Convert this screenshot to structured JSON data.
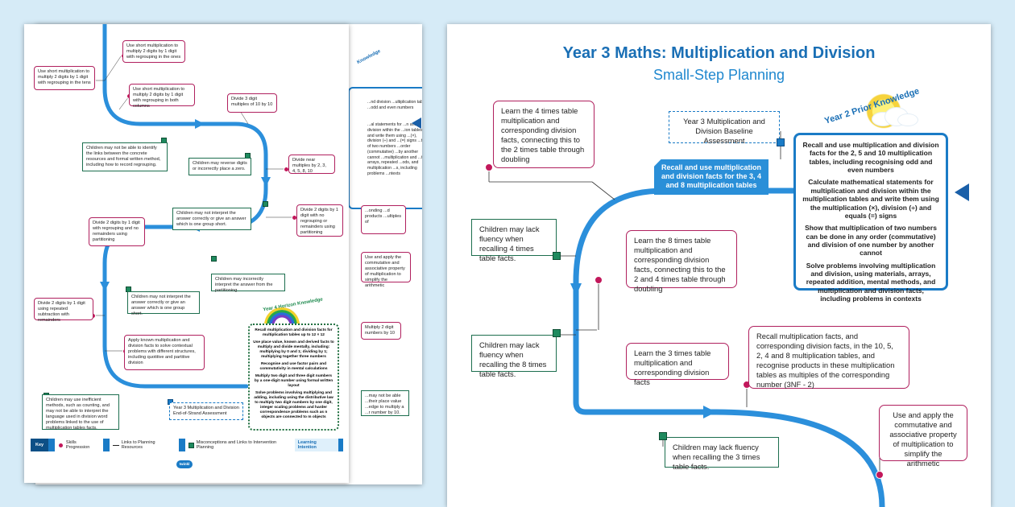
{
  "doc": {
    "title": "Year 3 Maths: Multiplication and Division",
    "subtitle": "Small-Step Planning",
    "prior_heading": "Year 2 Prior Knowledge",
    "banner": "Recall and use multiplication and division facts for the 3, 4 and 8 multiplication tables",
    "baseline": "Year 3 Multiplication and Division Baseline Assessment",
    "prior_items": [
      "Recall and use multiplication and division facts for the 2, 5 and 10 multiplication tables, including recognising odd and even numbers",
      "Calculate mathematical statements for multiplication and division within the multiplication tables and write them using the multiplication (×), division (÷) and equals (=) signs",
      "Show that multiplication of two numbers can be done in any order (commutative) and division of one number by another cannot",
      "Solve problems involving multiplication and division, using materials, arrays, repeated addition, mental methods, and multiplication and division facts, including problems in contexts"
    ],
    "skills": [
      "Learn the 4 times table multiplication and corresponding division facts, connecting this to the 2 times table through doubling",
      "Learn the 8 times table multiplication and corresponding division facts, connecting this to the 2 and 4 times table through doubling",
      "Learn the 3 times table multiplication and corresponding division facts",
      "Recall multiplication facts, and corresponding division facts, in the 10, 5, 2, 4 and 8 multiplication tables, and recognise products in these multiplication tables as multiples of the corresponding number (3NF - 2)",
      "Use and apply the commutative and associative property of multiplication to simplify the arithmetic"
    ],
    "misconceptions": [
      "Children may lack fluency when recalling 4 times table facts.",
      "Children may lack fluency when recalling the 8 times table facts.",
      "Children may lack fluency when recalling the 3 times table facts."
    ]
  },
  "preview": {
    "skills": [
      "Use short multiplication to multiply 2 digits by 1 digit with regrouping in the ones",
      "Use short multiplication to multiply 2 digits by 1 digit with regrouping in the tens",
      "Use short multiplication to multiply 2 digits by 1 digit with regrouping in both columns",
      "Divide 3 digit multiples of 10 by 10",
      "Divide near multiples by 2, 3, 4, 5, 8, 10",
      "Divide 2 digits by 1 digit with no regrouping or remainders using partitioning",
      "Divide 2 digits by 1 digit with regrouping and no remainders using partitioning",
      "Use and apply the commutative and associative property of multiplication to simplify the arithmetic",
      "Divide 2 digits by 1 digit using repeated subtraction with remainders",
      "Apply known multiplication and division facts to solve contextual problems with different structures, including quotitive and partitive division",
      "Multiply 2 digit numbers by 10"
    ],
    "misconceptions": [
      "Children may not be able to identify the links between the concrete resources and formal written method, including how to record regrouping.",
      "Children may reverse digits or incorrectly place a zero.",
      "Children may not interpret the answer correctly or give an answer which is one group short.",
      "Children may incorrectly interpret the answer from the partitioning",
      "Children may not interpret the answer correctly or give an answer which is one group short.",
      "Children may use inefficient methods, such as counting, and may not be able to interpret the language used in division word problems linked to the use of multiplication tables facts."
    ],
    "end_assessment": "Year 3 Multiplication and Division End-of-Strand Assessment",
    "horizon_heading": "Year 4 Horizon Knowledge",
    "horizon_items": [
      "Recall multiplication and division facts for multiplication tables up to 12 × 12",
      "Use place value, known and derived facts to multiply and divide mentally, including: multiplying by 0 and 1; dividing by 1; multiplying together three numbers",
      "Recognise and use factor pairs and commutativity in mental calculations",
      "Multiply two digit and three digit numbers by a one-digit number using formal written layout",
      "Solve problems involving multiplying and adding, including using the distributive law to multiply two digit numbers by one digit, integer scaling problems and harder correspondence problems such as n objects are connected to m objects"
    ],
    "key": {
      "label": "Key",
      "skills": "Skills Progression",
      "links": "Links to Planning Resources",
      "misc": "Misconceptions and Links to Intervention Planning",
      "li": "Learning Intention"
    },
    "logo": "twinkl",
    "back_heading": "Knowledge",
    "back_partial_1": "...al statements for ...n and division within the ...ion tables and write them using ...(×), division (÷) and ...(=) signs ...tion of two numbers ...order (commutative) ...by another cannot ...multiplication and ...tals, arrays, repeated ...ods, and multiplication ...s, including problems ...ntexts",
    "back_partial_top": "...nd division ...ultiplication tables, ...odd and even numbers",
    "back_partial_2": "...onding ...d products ...ultiples of",
    "back_partial_3": "...may not be able ...their place value ...edge to multiply a ...r number by 10."
  },
  "colors": {
    "path": "#2b8fdb",
    "skill": "#b0205e",
    "misconception": "#1c6e4e",
    "title": "#1a6fb5"
  }
}
